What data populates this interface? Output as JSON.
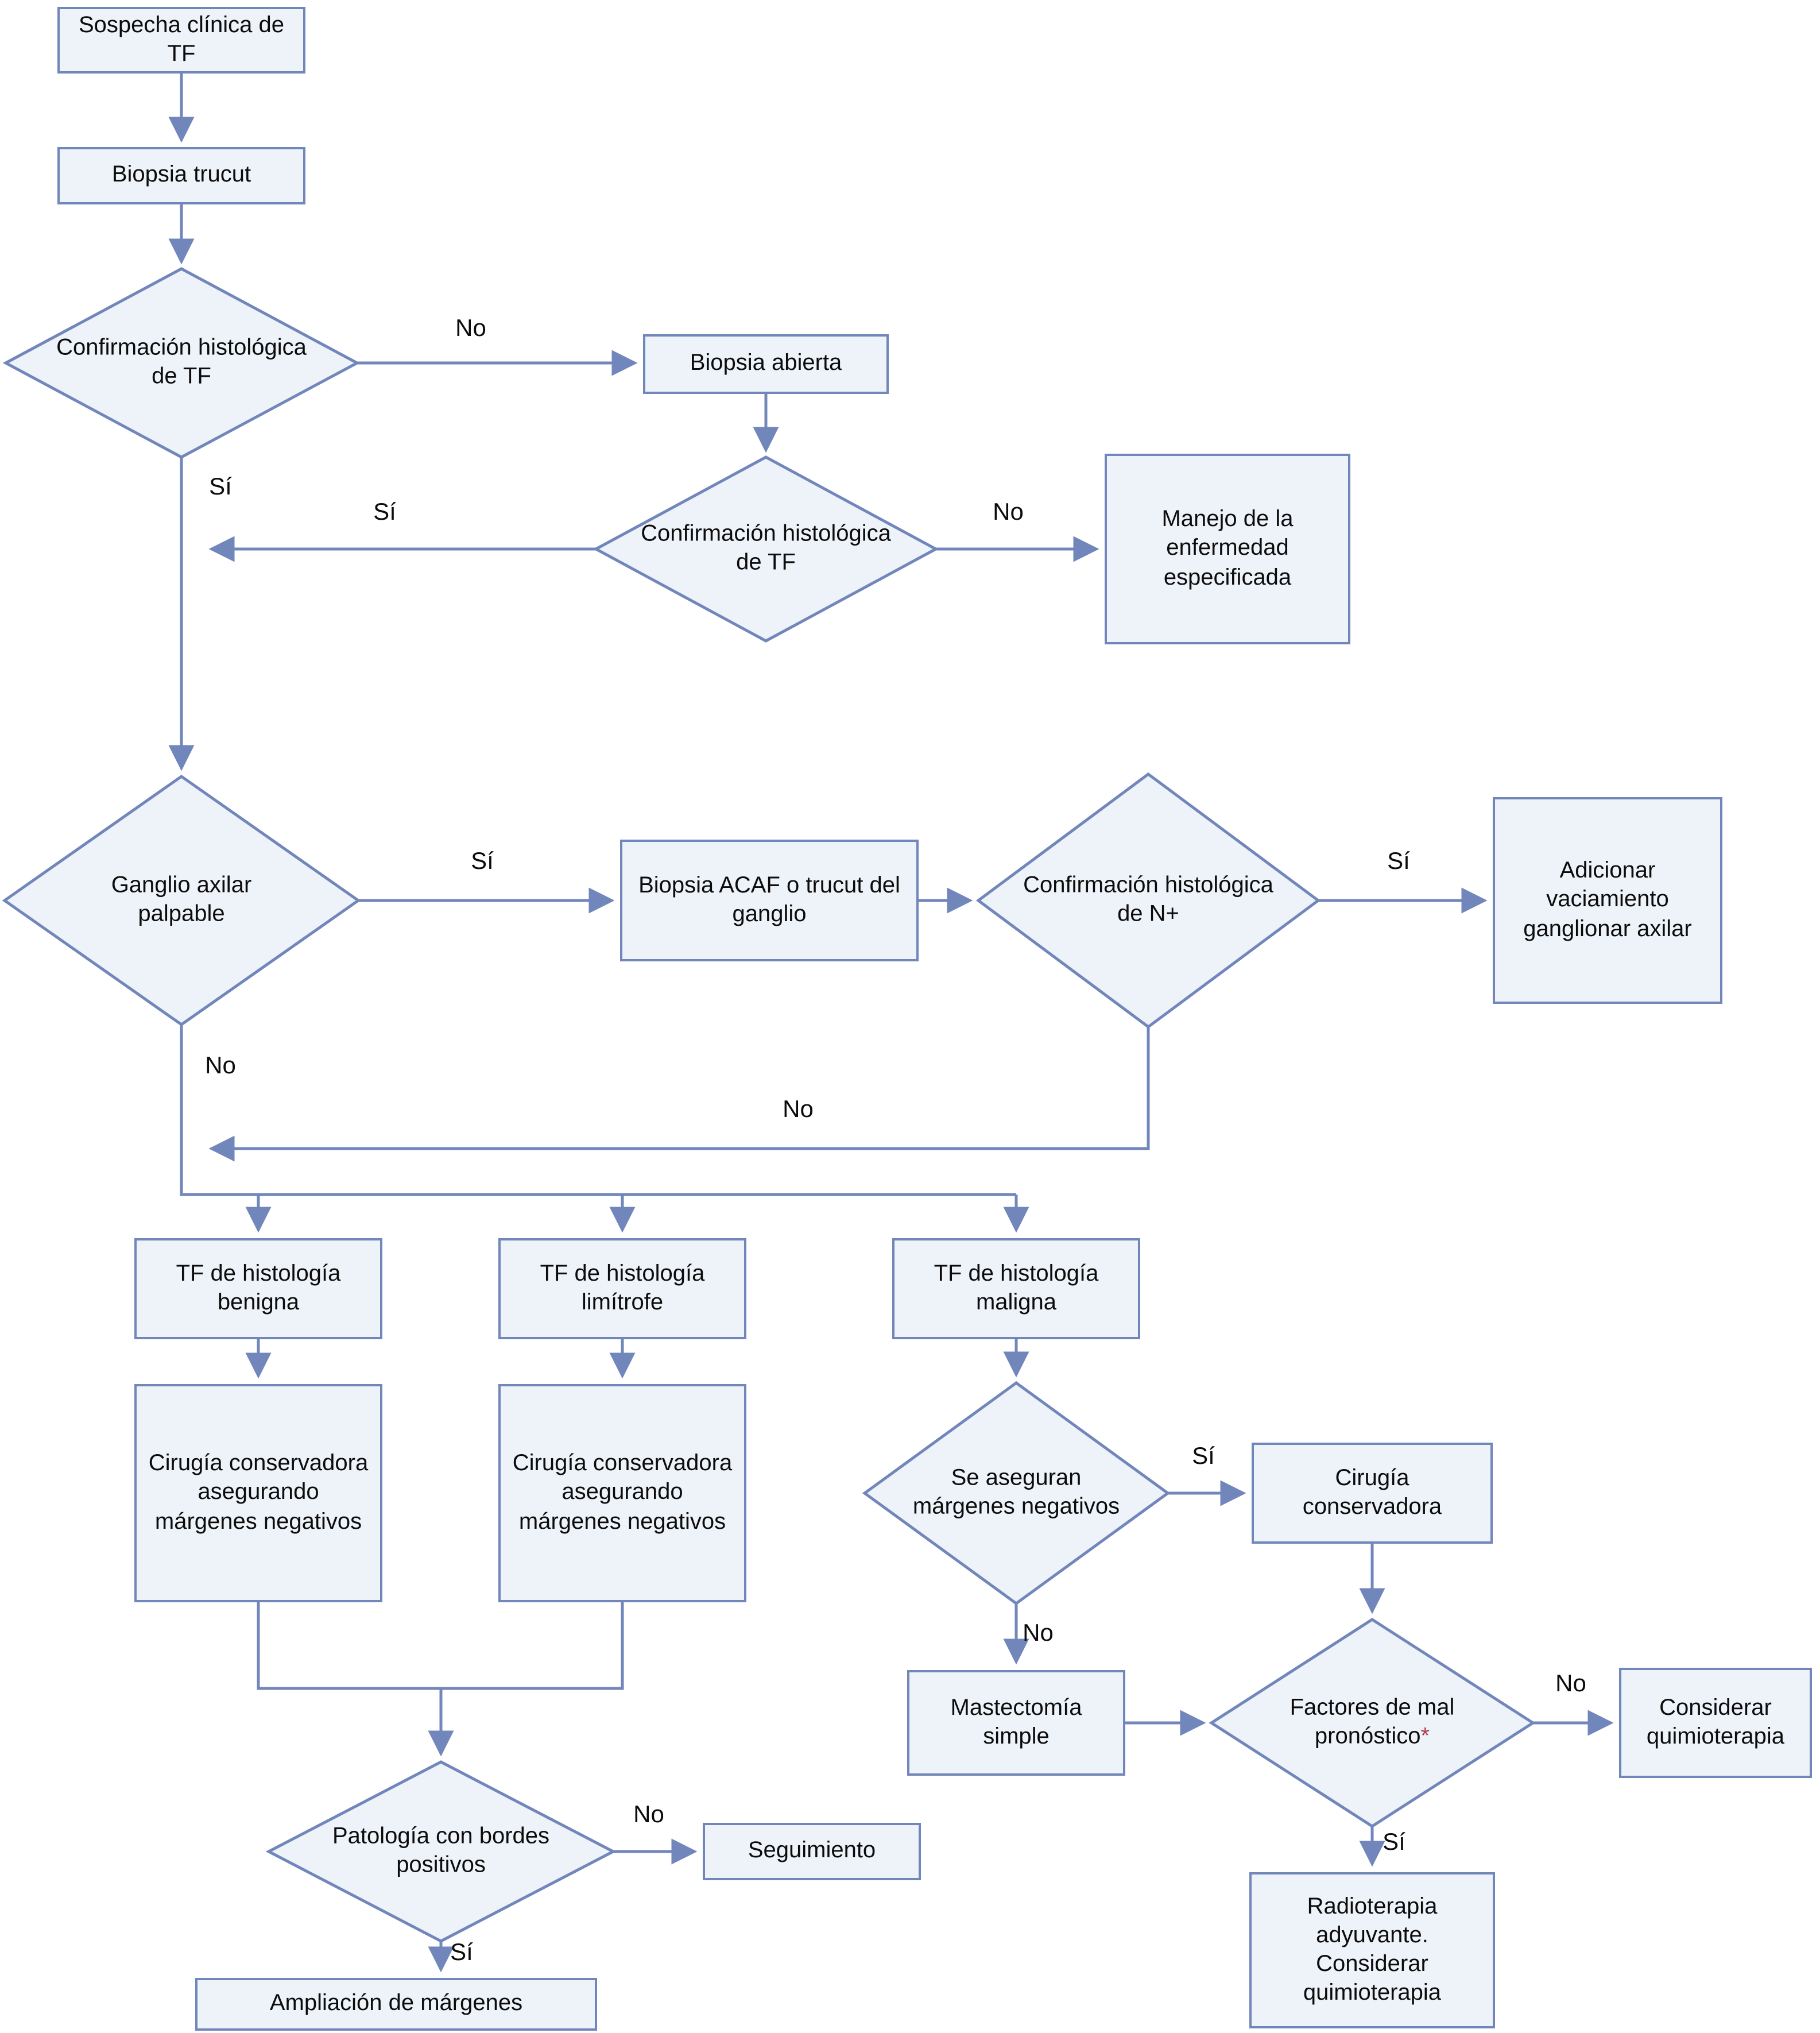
{
  "diagram": {
    "type": "flowchart",
    "colors": {
      "node_fill": "#eef2f9",
      "node_border": "#7186ba",
      "connector": "#7186ba",
      "text": "#0c0c0c",
      "asterisk": "#b23a4a",
      "background": "#ffffff"
    },
    "nodes": {
      "sospecha": {
        "shape": "rect",
        "label": "Sospecha clínica de TF"
      },
      "trucut": {
        "shape": "rect",
        "label": "Biopsia trucut"
      },
      "confirmacion1": {
        "shape": "diamond",
        "label": "Confirmación histológica de TF"
      },
      "abierta": {
        "shape": "rect",
        "label": "Biopsia abierta"
      },
      "confirmacion2": {
        "shape": "diamond",
        "label": "Confirmación histológica de TF"
      },
      "manejo": {
        "shape": "rect",
        "label": "Manejo de la enfermedad especificada"
      },
      "ganglio": {
        "shape": "diamond",
        "label": "Ganglio axilar palpable"
      },
      "acaf": {
        "shape": "rect",
        "label": "Biopsia ACAF o trucut del ganglio"
      },
      "confirmacion_n": {
        "shape": "diamond",
        "label": "Confirmación histológica de N+"
      },
      "adicionar": {
        "shape": "rect",
        "label": "Adicionar vaciamiento ganglionar axilar"
      },
      "benigna": {
        "shape": "rect",
        "label": "TF de histología benigna"
      },
      "limitrofe": {
        "shape": "rect",
        "label": "TF de histología limítrofe"
      },
      "maligna": {
        "shape": "rect",
        "label": "TF de histología maligna"
      },
      "cirugia1": {
        "shape": "rect",
        "label": "Cirugía conservadora asegurando márgenes negativos"
      },
      "cirugia2": {
        "shape": "rect",
        "label": "Cirugía conservadora asegurando márgenes negativos"
      },
      "margenes": {
        "shape": "diamond",
        "label": "Se aseguran márgenes negativos"
      },
      "cirugia_cons": {
        "shape": "rect",
        "label": "Cirugía conservadora"
      },
      "mastectomia": {
        "shape": "rect",
        "label": "Mastectomía simple"
      },
      "factores": {
        "shape": "diamond",
        "label": "Factores de mal pronóstico",
        "asterisk": "*"
      },
      "considerar": {
        "shape": "rect",
        "label": "Considerar quimioterapia"
      },
      "radioterapia": {
        "shape": "rect",
        "label": "Radioterapia adyuvante. Considerar quimioterapia"
      },
      "patologia": {
        "shape": "diamond",
        "label": "Patología con bordes positivos"
      },
      "seguimiento": {
        "shape": "rect",
        "label": "Seguimiento"
      },
      "ampliacion": {
        "shape": "rect",
        "label": "Ampliación de márgenes"
      }
    },
    "edge_labels": {
      "d1_no": "No",
      "d1_si": "Sí",
      "d2_si": "Sí",
      "d2_no": "No",
      "d3_si": "Sí",
      "d3_no": "No",
      "d4_si": "Sí",
      "d4_no": "No",
      "d6_si": "Sí",
      "d6_no": "No",
      "d7_no": "No",
      "d7_si": "Sí",
      "d5_no": "No",
      "d5_si": "Sí"
    }
  }
}
